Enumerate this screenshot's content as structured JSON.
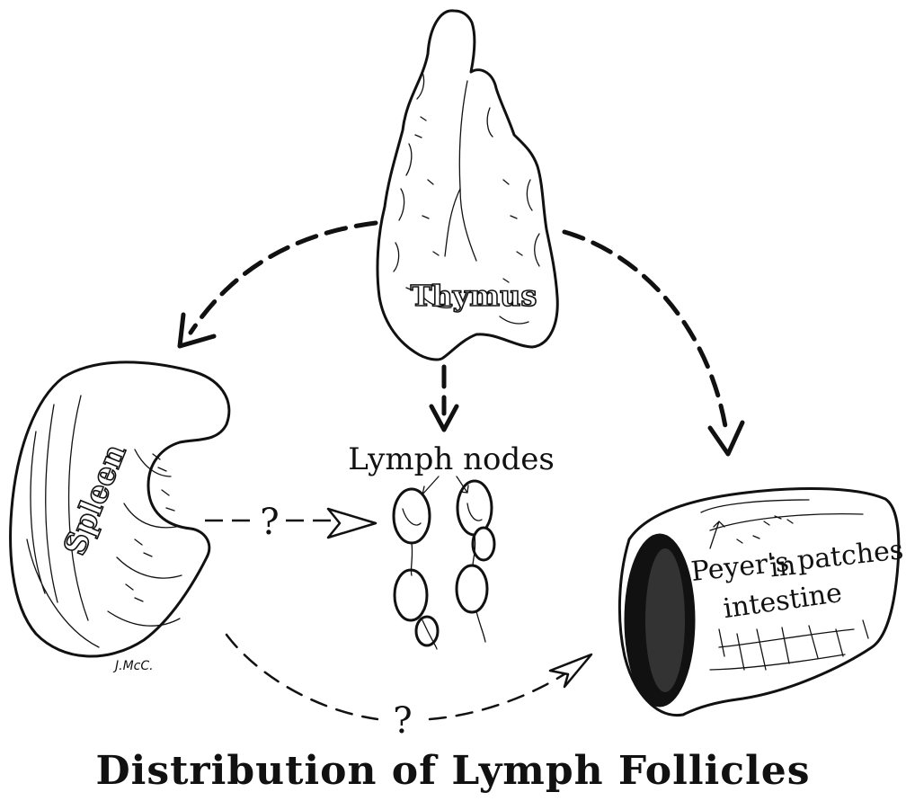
{
  "organs": {
    "thymus": "Thymus",
    "spleen": "Spleen",
    "lymph_nodes": "Lymph nodes",
    "peyers_line1": "Peyer's patches",
    "peyers_line2": "in",
    "peyers_line3": "intestine"
  },
  "unknown_marks": {
    "spleen_to_nodes": "?",
    "spleen_to_intestine": "?"
  },
  "title": "Distribution of Lymph Follicles",
  "signature": "J.McC."
}
